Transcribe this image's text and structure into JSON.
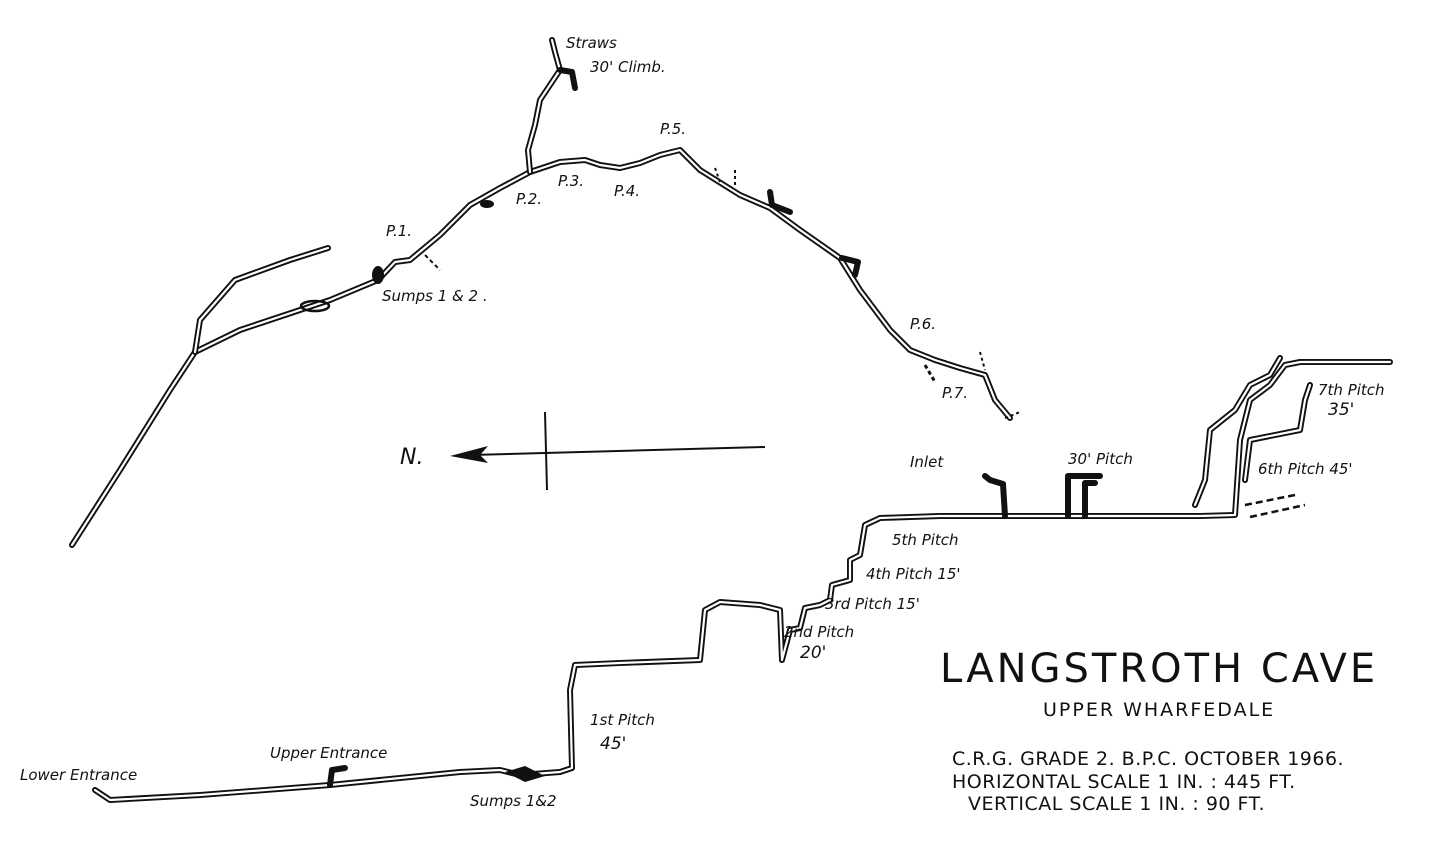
{
  "title": "LANGSTROTH  CAVE",
  "subtitle": "UPPER  WHARFEDALE",
  "info_lines": [
    "C.R.G. GRADE  2.    B.P.C.  OCTOBER 1966.",
    "HORIZONTAL  SCALE  1 IN.  :  445 FT.",
    "VERTICAL   SCALE  1 IN.  :  90 FT."
  ],
  "north_label": "N.",
  "plan_labels": {
    "straws": "Straws",
    "climb": "30' Climb.",
    "p1": "P.1.",
    "p2": "P.2.",
    "p3": "P.3.",
    "p4": "P.4.",
    "p5": "P.5.",
    "p6": "P.6.",
    "p7": "P.7.",
    "sumps_plan": "Sumps  1 & 2 ."
  },
  "section_labels": {
    "lower_entrance": "Lower Entrance",
    "upper_entrance": "Upper Entrance",
    "sumps_section": "Sumps 1&2",
    "pitch1": "1st Pitch",
    "pitch1_depth": "45'",
    "pitch2": "2nd Pitch",
    "pitch2_depth": "20'",
    "pitch3": "3rd Pitch  15'",
    "pitch4": "4th Pitch  15'",
    "pitch5": "5th  Pitch",
    "inlet": "Inlet",
    "pitch30": "30' Pitch",
    "pitch6": "6th  Pitch  45'",
    "pitch7": "7th  Pitch",
    "pitch7_depth": "35'"
  }
}
